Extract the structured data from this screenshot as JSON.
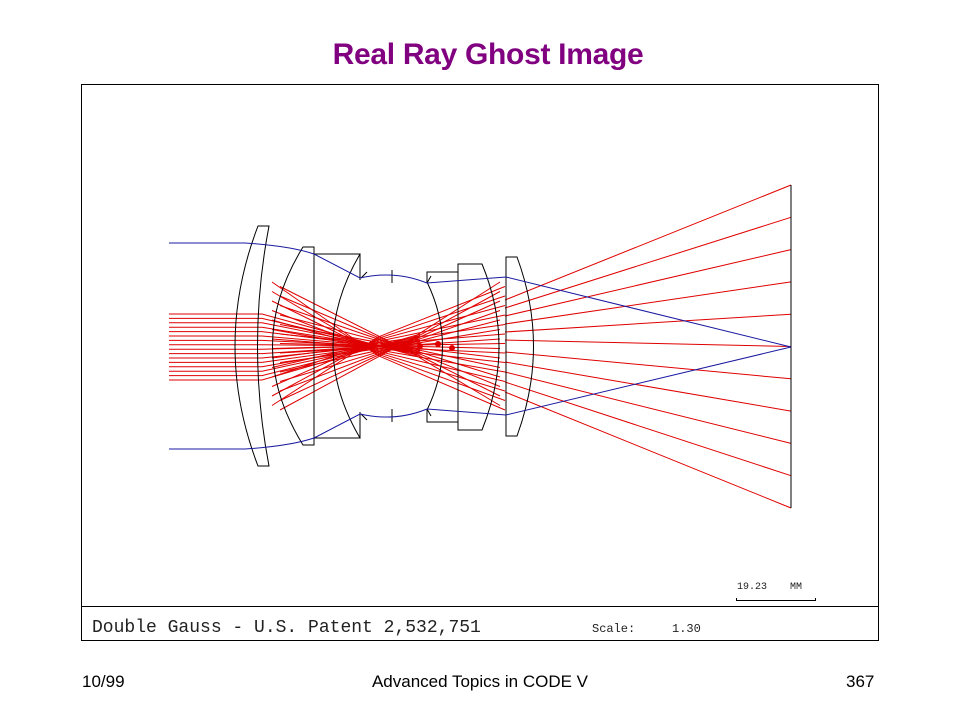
{
  "slide": {
    "title": "Real Ray Ghost Image",
    "footer_left": "10/99",
    "footer_center": "Advanced Topics in CODE V",
    "footer_right": "367"
  },
  "plot": {
    "caption": "Double Gauss - U.S. Patent 2,532,751",
    "scale_label": "Scale:",
    "scale_value": "1.30",
    "scalebar_value": "19.23",
    "scalebar_unit": "MM"
  },
  "colors": {
    "title": "#800080",
    "ghost_rays": "#e00000",
    "marginal_rays": "#1a1aa0",
    "lens_outline": "#000000"
  }
}
